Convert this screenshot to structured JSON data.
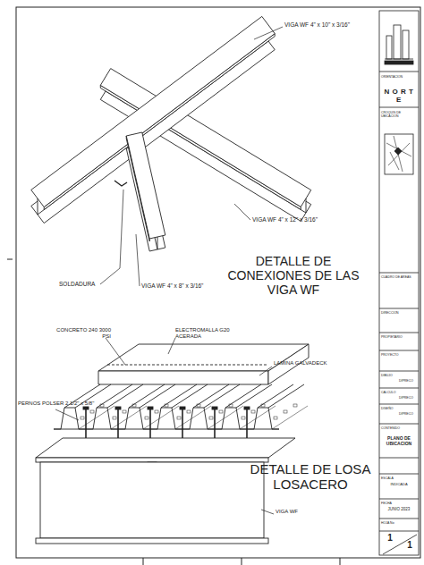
{
  "diagram": {
    "labels": [
      "VIGA WF 4\" x 10\" x 3/16\"",
      "VIGA WF 4\" x 12\" x 3/16\"",
      "SOLDADURA",
      "VIGA WF 4\" x 8\" x 3/16\"",
      "DETALLE DE CONEXIONES DE LAS VIGA WF",
      "CONCRETO 240 3000 PSI",
      "ELECTROMALLA G20 ACERADA",
      "LAMINA GALVADECK",
      "PERNOS POLSER 2 1/2\" x 5/8\"",
      "DETALLE DE LOSA LOSACERO",
      "VIGA WF",
      "ORIENTACION",
      "N O R T E",
      "CROQUIS DE UBICACION",
      "CUADRO DE AREAS",
      "DIRECCION",
      "PROPIETARIO",
      "PROYECTO",
      "DIBUJO",
      "DIPRECO",
      "CALCULO",
      "DIPRECO",
      "DISEÑO",
      "DIPRECO",
      "CONTENIDO",
      "PLANO DE UBICACION",
      "ESCALA",
      "INDICADA",
      "FECHA",
      "JUNIO 2023",
      "HOJA No",
      "1",
      "1"
    ]
  }
}
